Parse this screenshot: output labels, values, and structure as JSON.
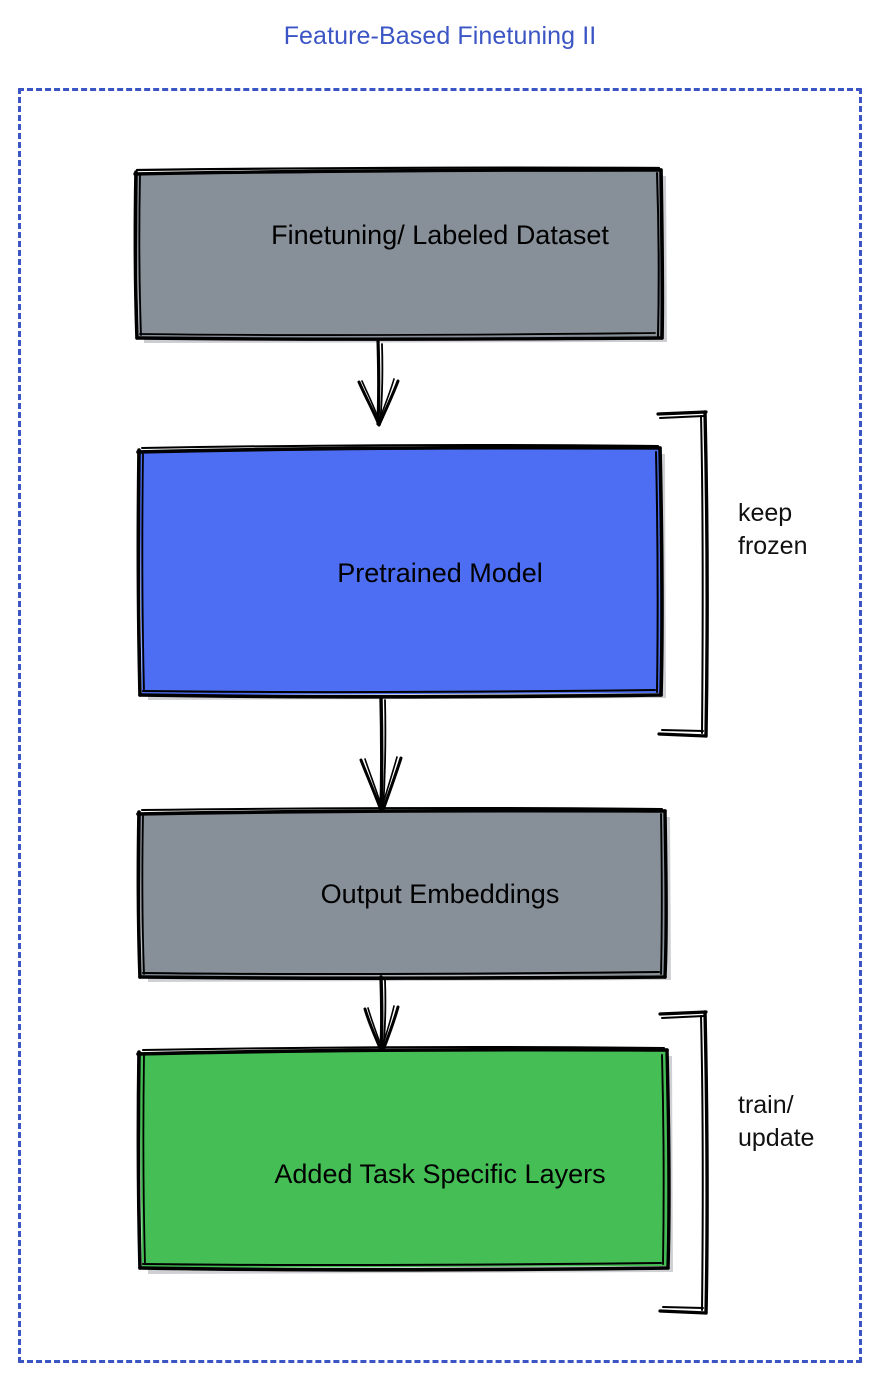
{
  "diagram": {
    "title": "Feature-Based Finetuning II",
    "title_color": "#3b55c4",
    "frame_style": "dashed",
    "frame_color": "#3b55c4",
    "background": "#ffffff",
    "style": "hand-drawn sketch flowchart"
  },
  "nodes": [
    {
      "id": "dataset",
      "label": "Finetuning/ Labeled Dataset",
      "fill": "#878f99",
      "stroke": "#000000",
      "shape": "rectangle"
    },
    {
      "id": "pretrained",
      "label": "Pretrained Model",
      "fill": "#4d6ef2",
      "stroke": "#000000",
      "shape": "rectangle"
    },
    {
      "id": "embeddings",
      "label": "Output Embeddings",
      "fill": "#878f99",
      "stroke": "#000000",
      "shape": "rectangle"
    },
    {
      "id": "task_layers",
      "label": "Added Task Specific Layers",
      "fill": "#45be55",
      "stroke": "#000000",
      "shape": "rectangle"
    }
  ],
  "annotations": [
    {
      "id": "keep-frozen",
      "text": "keep\nfrozen",
      "target": "pretrained",
      "bracket": "right"
    },
    {
      "id": "train-update",
      "text": "train/\nupdate",
      "target": "task_layers",
      "bracket": "right"
    }
  ],
  "edges": [
    {
      "from": "dataset",
      "to": "pretrained",
      "type": "arrow"
    },
    {
      "from": "pretrained",
      "to": "embeddings",
      "type": "arrow"
    },
    {
      "from": "embeddings",
      "to": "task_layers",
      "type": "arrow"
    }
  ]
}
